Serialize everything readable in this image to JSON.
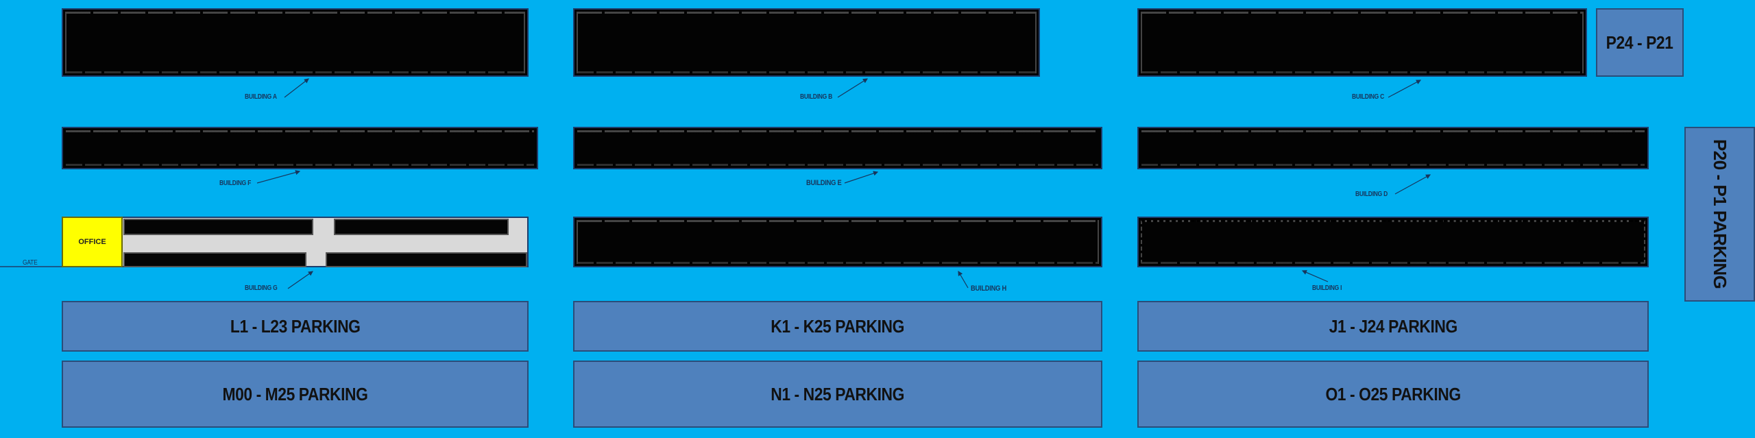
{
  "map": {
    "background_color": "#00B0F0",
    "building_color": "#030303",
    "parking_color": "#4F81BD",
    "office_color": "#FFFF00",
    "road_color": "#D9D9D9"
  },
  "buildings": {
    "a": {
      "label": "BUILDING A"
    },
    "b": {
      "label": "BUILDING B"
    },
    "c": {
      "label": "BUILDING C"
    },
    "d": {
      "label": "BUILDING D"
    },
    "e": {
      "label": "BUILDING E"
    },
    "f": {
      "label": "BUILDING F"
    },
    "g": {
      "label": "BUILDING G"
    },
    "h": {
      "label": "BUILDING H"
    },
    "i": {
      "label": "BUILDING I"
    }
  },
  "office": {
    "label": "OFFICE"
  },
  "gate": {
    "label": "GATE"
  },
  "parking": {
    "p24_p21": "P24 - P21",
    "p20_p1": "P20 - P1 PARKING",
    "l": "L1 - L23 PARKING",
    "k": "K1 - K25 PARKING",
    "j": "J1 - J24 PARKING",
    "m": "M00 - M25 PARKING",
    "n": "N1 - N25 PARKING",
    "o": "O1 - O25 PARKING"
  }
}
